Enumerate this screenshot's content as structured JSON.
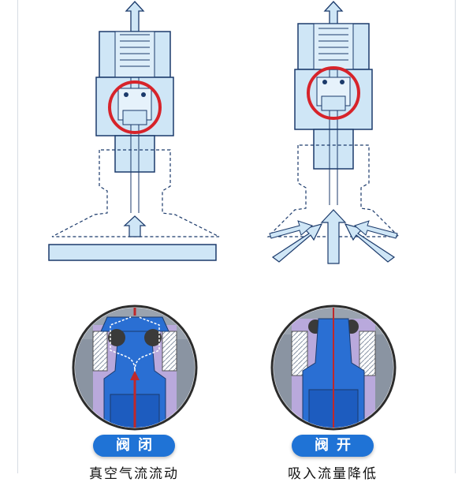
{
  "labels": {
    "left_state": "阀闭",
    "right_state": "阀开",
    "left_caption": "真空气流流动",
    "right_caption": "吸入流量降低"
  },
  "colors": {
    "body_fill": "#cfe6f6",
    "outline": "#1b3a6b",
    "highlight_ring": "#d7232a",
    "valve_blue": "#2a6fd3",
    "chamber_purple": "#b9a9dc",
    "flow_arrow": "#c0282a",
    "pill_bg": "#1f73d6"
  }
}
